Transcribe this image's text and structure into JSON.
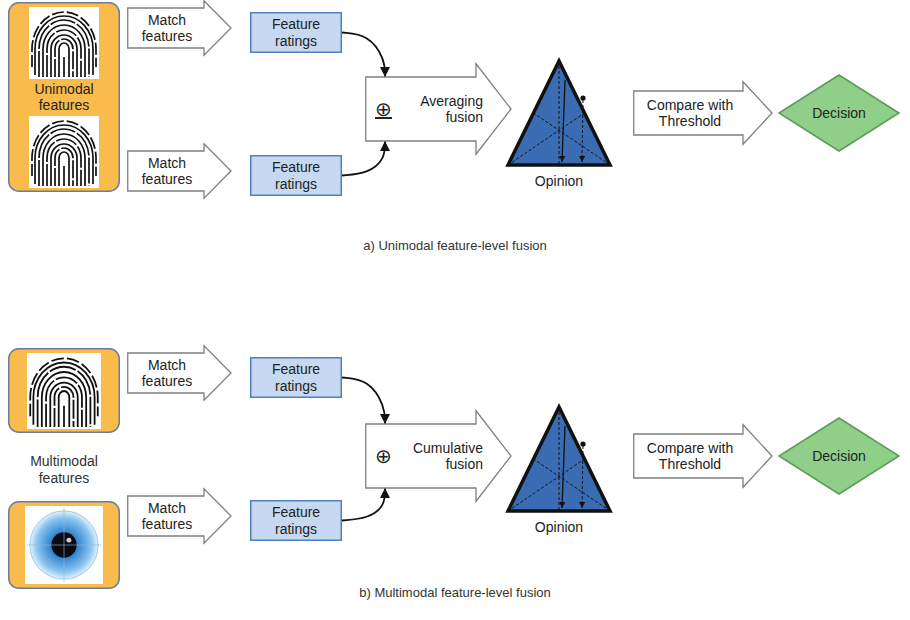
{
  "diagram": {
    "nodes": [
      {
        "text": [
          "Unimodal features"
        ]
      },
      {
        "text": [
          "Match features"
        ]
      },
      {
        "text": [
          "Feature ratings"
        ]
      },
      {
        "text": [
          "Match features"
        ]
      },
      {
        "text": [
          "Feature ratings"
        ]
      },
      {
        "text": [
          "⊕",
          "Averaging fusion"
        ]
      },
      {
        "text": [
          "Opinion"
        ]
      },
      {
        "text": [
          "Compare with Threshold"
        ]
      },
      {
        "text": [
          "Decision"
        ]
      },
      {
        "text": [
          "Match features"
        ]
      },
      {
        "text": [
          "Feature ratings"
        ]
      },
      {
        "text": [
          "Match features"
        ]
      },
      {
        "text": [
          "Feature ratings"
        ]
      },
      {
        "text": [
          "⊕",
          "Cumulative fusion"
        ]
      },
      {
        "text": [
          "Opinion"
        ]
      },
      {
        "text": [
          "Compare with Threshold"
        ]
      },
      {
        "text": [
          "Decision"
        ]
      }
    ],
    "edges": [
      {
        "from": 2,
        "to": 5,
        "arrow": "to"
      },
      {
        "from": 4,
        "to": 5,
        "arrow": "to"
      },
      {
        "from": 10,
        "to": 13,
        "arrow": "to"
      },
      {
        "from": 12,
        "to": 13,
        "arrow": "to"
      }
    ],
    "labels": [
      "a) Unimodal feature-level fusion",
      "Multimodal features",
      "b) Multimodal feature-level fusion"
    ]
  }
}
